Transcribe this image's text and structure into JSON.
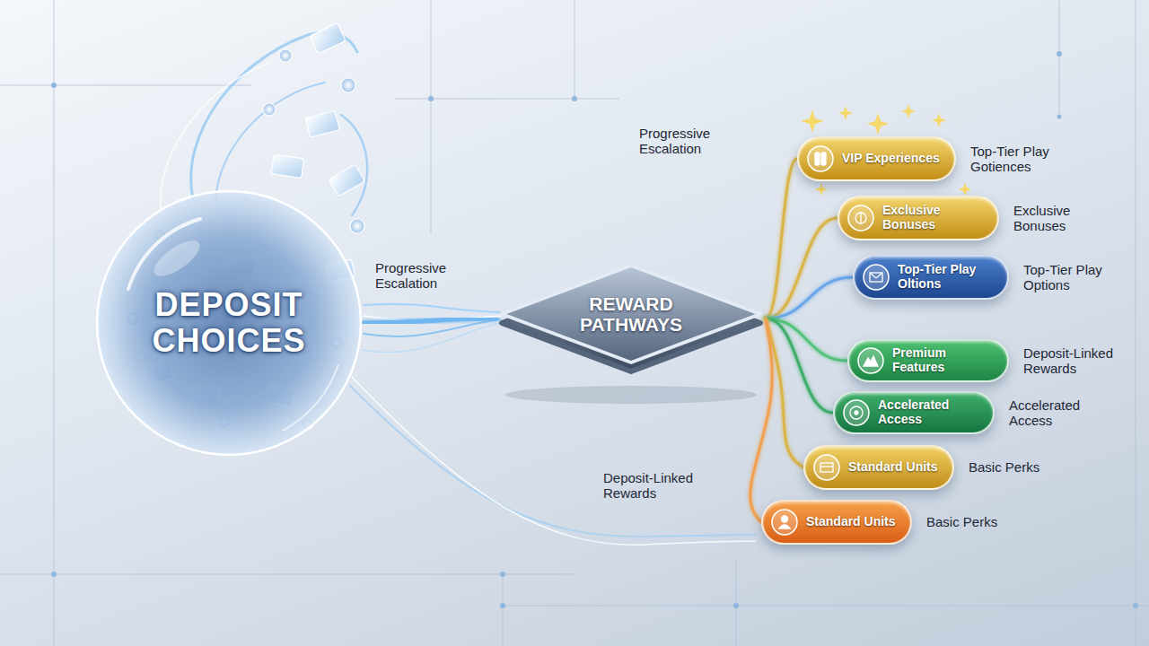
{
  "diagram": {
    "nodes": [
      {
        "text": [
          "DEPOSIT CHOICES"
        ]
      },
      {
        "text": [
          "REWARD PATHWAYS"
        ]
      },
      {
        "text": [
          "VIP Experiences"
        ]
      },
      {
        "text": [
          "Exclusive Bonuses"
        ]
      },
      {
        "text": [
          "Top-Tier Play Oltions"
        ]
      },
      {
        "text": [
          "Premium Features"
        ]
      },
      {
        "text": [
          "Accelerated Access"
        ]
      },
      {
        "text": [
          "Standard Units"
        ]
      },
      {
        "text": [
          "Standard Units"
        ]
      }
    ],
    "edges": [
      {
        "from": 0,
        "to": 1,
        "arrow": "none"
      },
      {
        "from": 1,
        "to": 2,
        "arrow": "none"
      },
      {
        "from": 1,
        "to": 3,
        "arrow": "none"
      },
      {
        "from": 1,
        "to": 4,
        "arrow": "none"
      },
      {
        "from": 1,
        "to": 5,
        "arrow": "none"
      },
      {
        "from": 1,
        "to": 6,
        "arrow": "none"
      },
      {
        "from": 1,
        "to": 7,
        "arrow": "none"
      },
      {
        "from": 1,
        "to": 8,
        "arrow": "none"
      }
    ],
    "labels": [
      "Progressive Escalation",
      "Top-Tier Play Gotiences",
      "Exclusive Bonuses",
      "Top-Tier Play Options",
      "Progressive Escalation",
      "Deposit-Linked Rewards",
      "Accelerated Access",
      "Basic Perks",
      "Deposit-Linked Rewards",
      "Basic Perks"
    ]
  }
}
